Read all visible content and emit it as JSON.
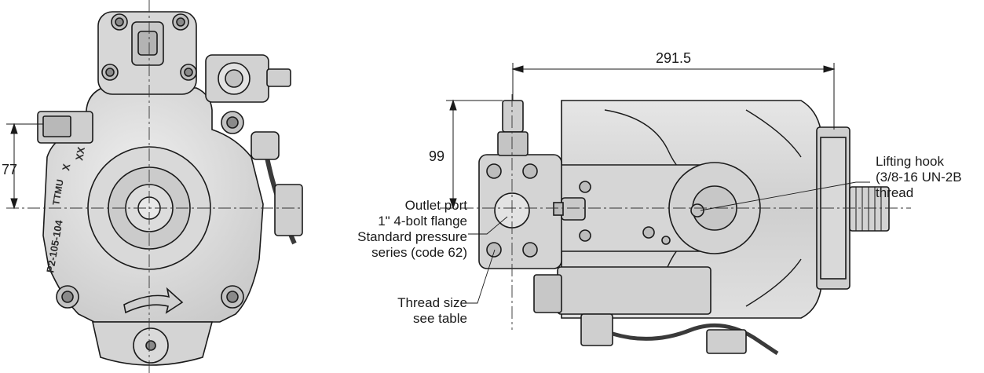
{
  "dimensions": {
    "length": "291.5",
    "height_right": "99",
    "height_left": "77"
  },
  "callouts": {
    "outlet_port": [
      "Outlet port",
      "1\" 4-bolt flange",
      "Standard pressure",
      "series (code 62)"
    ],
    "thread_size": [
      "Thread size",
      "see table"
    ],
    "lifting_hook": [
      "Lifting hook",
      "(3/8-16 UN-2B",
      "thread"
    ]
  },
  "front_view": {
    "engraving": "P2-105-104",
    "nameplate": "TTMU",
    "port_mark_1": "XX",
    "port_mark_2": "X"
  },
  "colors": {
    "body_fill": "#dcdcdc",
    "shade": "#b9b9b9",
    "dark": "#7a7a7a",
    "line": "#1a1a1a"
  }
}
